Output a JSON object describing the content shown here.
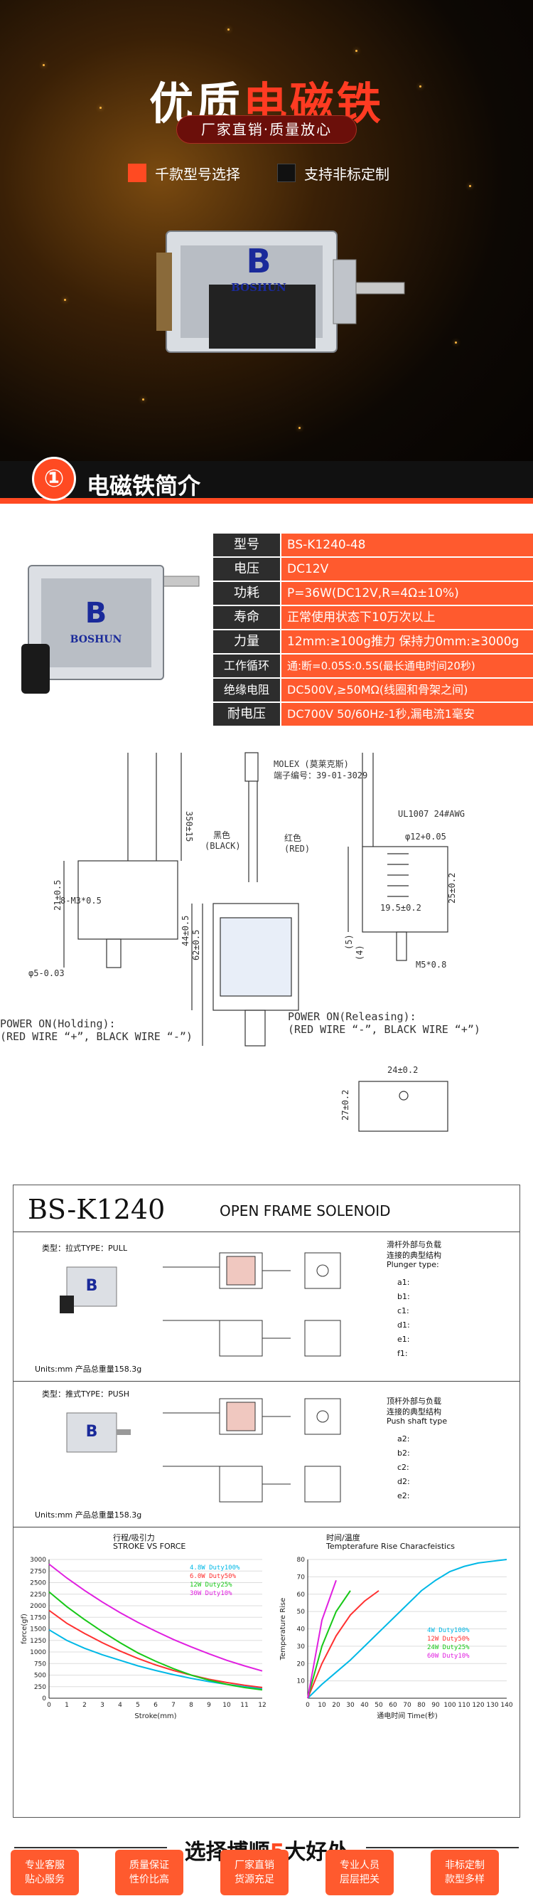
{
  "hero": {
    "title_white": "优质",
    "title_red": "电磁铁",
    "subtitle": "厂家直销·质量放心",
    "feature1": "千款型号选择",
    "feature2": "支持非标定制",
    "brand": "BOSHUN",
    "colors": {
      "accent": "#ff4a22",
      "dark": "#111111"
    }
  },
  "section1": {
    "number": "①",
    "title": "电磁铁简介"
  },
  "specs": {
    "brand": "BOSHUN",
    "rows": [
      {
        "key": "型号",
        "value": "BS-K1240-48"
      },
      {
        "key": "电压",
        "value": "DC12V"
      },
      {
        "key": "功耗",
        "value": "P=36W(DC12V,R=4Ω±10%)"
      },
      {
        "key": "寿命",
        "value": "正常使用状态下10万次以上"
      },
      {
        "key": "力量",
        "value": "12mm:≥100g推力 保持力0mm:≥3000g"
      },
      {
        "key": "工作循环",
        "value": "通:断=0.05S:0.5S(最长通电时间20秒)"
      },
      {
        "key": "绝缘电阻",
        "value": "DC500V,≥50MΩ(线圈和骨架之间)"
      },
      {
        "key": "耐电压",
        "value": "DC700V 50/60Hz-1秒,漏电流1毫安"
      }
    ]
  },
  "drawing": {
    "dim_350": "350±15",
    "dim_m3": "8-M3*0.5",
    "dim_phi5": "φ5-0.03",
    "dim_21": "21±0.5",
    "molex": "MOLEX (莫莱克斯)",
    "terminal": "端子编号：39-01-3029",
    "black": "黑色",
    "black_en": "(BLACK)",
    "red": "红色",
    "red_en": "(RED)",
    "dim_441": "44±0.5",
    "dim_621": "62±0.5",
    "ul": "UL1007 24#AWG",
    "dim_phi12": "φ12+0.05",
    "dim_195": "19.5±0.2",
    "dim_25": "25±0.2",
    "dim_5": "(5)",
    "dim_4": "(4)",
    "dim_m5": "M5*0.8",
    "dim_24": "24±0.2",
    "dim_27": "27±0.2",
    "holding_title": "POWER ON(Holding):",
    "holding_wires": "(RED WIRE “+”, BLACK WIRE “-”)",
    "releasing_title": "POWER ON(Releasing):",
    "releasing_wires": "(RED WIRE “-”, BLACK WIRE “+”)"
  },
  "datasheet": {
    "model": "BS-K1240",
    "subtitle": "OPEN FRAME SOLENOID",
    "pull_label": "类型：拉式TYPE：PULL",
    "push_label": "类型：推式TYPE：PUSH",
    "weight": "Units:mm  产品总重量158.3g",
    "plunger_cn1": "滑杆外部与负载",
    "plunger_cn2": "连接的典型结构",
    "plunger_en": "Plunger type:",
    "plunger_types": [
      "a1:",
      "b1:",
      "c1:",
      "d1:",
      "e1:",
      "f1:"
    ],
    "push_cn1": "顶杆外部与负载",
    "push_cn2": "连接的典型结构",
    "push_en": "Push shaft type",
    "push_types": [
      "a2:",
      "b2:",
      "c2:",
      "d2:",
      "e2:"
    ],
    "stroke_cn": "行程/吸引力",
    "stroke_en": "STROKE VS FORCE",
    "temp_cn": "时间/温度",
    "temp_en": "Tempterafure Rise Characfeistics",
    "force_ylabel": "force(gf)",
    "stroke_xlabel": "Stroke(mm)",
    "temp_ylabel": "Temperature Rise",
    "temp_xlabel": "通电时间 Time(秒)"
  },
  "chart_data": [
    {
      "type": "line",
      "title": "STROKE VS FORCE",
      "xlabel": "Stroke(mm)",
      "ylabel": "force(gf)",
      "x": [
        0,
        1,
        2,
        3,
        4,
        5,
        6,
        7,
        8,
        9,
        10,
        11,
        12
      ],
      "ylim": [
        0,
        3000
      ],
      "yticks": [
        0,
        250,
        500,
        750,
        1000,
        1250,
        1500,
        1750,
        2000,
        2250,
        2500,
        2750,
        3000
      ],
      "series": [
        {
          "name": "4.8W Duty100%",
          "color": "#00b8e6",
          "values": [
            1480,
            1250,
            1080,
            940,
            820,
            700,
            600,
            510,
            430,
            360,
            300,
            250,
            210
          ]
        },
        {
          "name": "6.0W Duty50%",
          "color": "#ff3030",
          "values": [
            1900,
            1620,
            1400,
            1200,
            1020,
            860,
            720,
            600,
            500,
            410,
            340,
            280,
            230
          ]
        },
        {
          "name": "12W Duty25%",
          "color": "#18c818",
          "values": [
            2300,
            1980,
            1700,
            1440,
            1200,
            980,
            800,
            640,
            500,
            390,
            300,
            230,
            180
          ]
        },
        {
          "name": "30W Duty10%",
          "color": "#e020e0",
          "values": [
            2900,
            2600,
            2330,
            2080,
            1850,
            1640,
            1450,
            1270,
            1110,
            960,
            820,
            700,
            590
          ]
        }
      ]
    },
    {
      "type": "line",
      "title": "Tempterafure Rise Characfeistics",
      "xlabel": "通电时间 Time(秒)",
      "ylabel": "Temperature Rise",
      "x": [
        0,
        10,
        20,
        30,
        40,
        50,
        60,
        70,
        80,
        90,
        100,
        110,
        120,
        130,
        140
      ],
      "ylim": [
        0,
        80
      ],
      "yticks": [
        10,
        20,
        30,
        40,
        50,
        60,
        70,
        80
      ],
      "series": [
        {
          "name": "4W Duty100%",
          "color": "#00b8e6",
          "values": [
            0,
            8,
            15,
            22,
            30,
            38,
            46,
            54,
            62,
            68,
            73,
            76,
            78,
            79,
            80
          ]
        },
        {
          "name": "12W Duty50%",
          "color": "#ff3030",
          "values": [
            0,
            20,
            36,
            48,
            56,
            62
          ]
        },
        {
          "name": "24W Duty25%",
          "color": "#18c818",
          "values": [
            0,
            30,
            50,
            62
          ]
        },
        {
          "name": "60W Duty10%",
          "color": "#e020e0",
          "values": [
            0,
            45,
            68
          ]
        }
      ]
    }
  ],
  "bottom": {
    "title_a": "选择博顺",
    "title_num": "5",
    "title_b": "大好处",
    "badges": [
      {
        "l1": "专业客服",
        "l2": "贴心服务"
      },
      {
        "l1": "质量保证",
        "l2": "性价比高"
      },
      {
        "l1": "厂家直销",
        "l2": "货源充足"
      },
      {
        "l1": "专业人员",
        "l2": "层层把关"
      },
      {
        "l1": "非标定制",
        "l2": "款型多样"
      }
    ]
  }
}
